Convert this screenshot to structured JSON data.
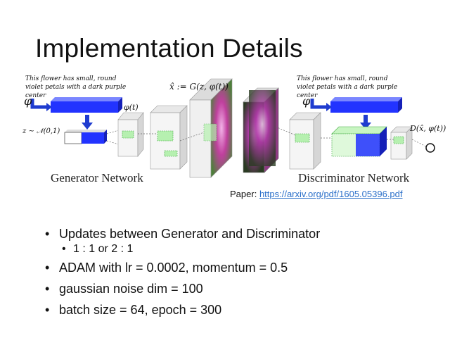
{
  "slide": {
    "title": "Implementation Details",
    "caption_left": "This flower has small, round violet petals with a dark purple center",
    "caption_right": "This flower has small, round violet petals with a dark purple center",
    "phi": "φ",
    "phi_t": "φ(t)",
    "z_dist": "z ∼ 𝒩(0,1)",
    "x_hat": "x̂ := G(z, φ(t))",
    "d_out": "D(x̂, φ(t))",
    "generator_label": "Generator Network",
    "discriminator_label": "Discriminator Network",
    "paper_prefix": "Paper:",
    "paper_link": "https://arxiv.org/pdf/1605.05396.pdf",
    "bullets": {
      "b1": "Updates between Generator and Discriminator",
      "b1_sub": "1 : 1 or 2 : 1",
      "b2": "ADAM with lr = 0.0002, momentum = 0.5",
      "b3": "gaussian noise dim = 100",
      "b4": "batch size = 64, epoch = 300"
    }
  }
}
